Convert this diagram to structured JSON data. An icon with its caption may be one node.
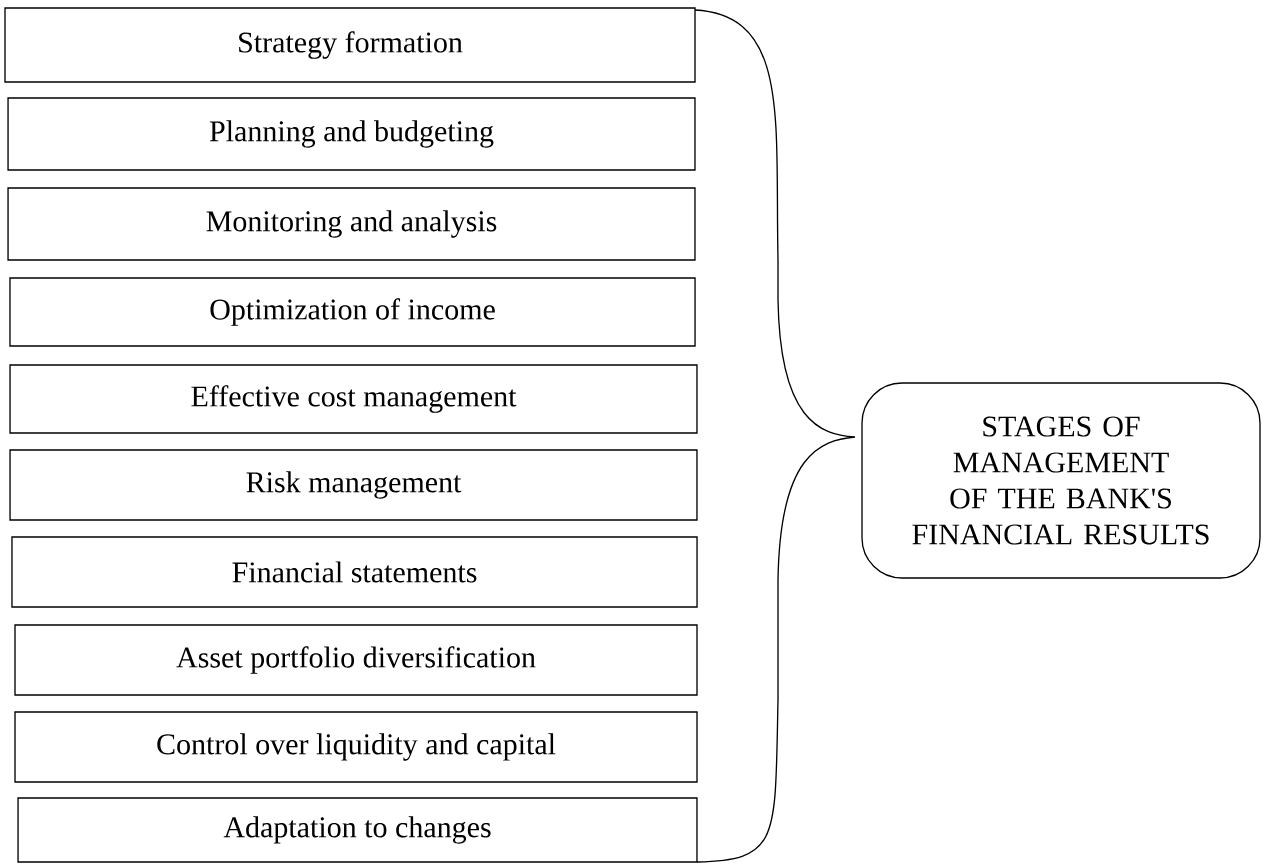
{
  "diagram": {
    "nodes": [
      {
        "text": [
          "Strategy formation"
        ]
      },
      {
        "text": [
          "Planning and budgeting"
        ]
      },
      {
        "text": [
          "Monitoring and analysis"
        ]
      },
      {
        "text": [
          "Optimization of income"
        ]
      },
      {
        "text": [
          "Effective cost management"
        ]
      },
      {
        "text": [
          "Risk management"
        ]
      },
      {
        "text": [
          "Financial statements"
        ]
      },
      {
        "text": [
          "Asset portfolio diversification"
        ]
      },
      {
        "text": [
          "Control over liquidity and capital"
        ]
      },
      {
        "text": [
          "Adaptation to changes"
        ]
      },
      {
        "text": [
          "STAGES OF MANAGEMENT OF THE BANK'S FINANCIAL RESULTS"
        ]
      }
    ]
  }
}
